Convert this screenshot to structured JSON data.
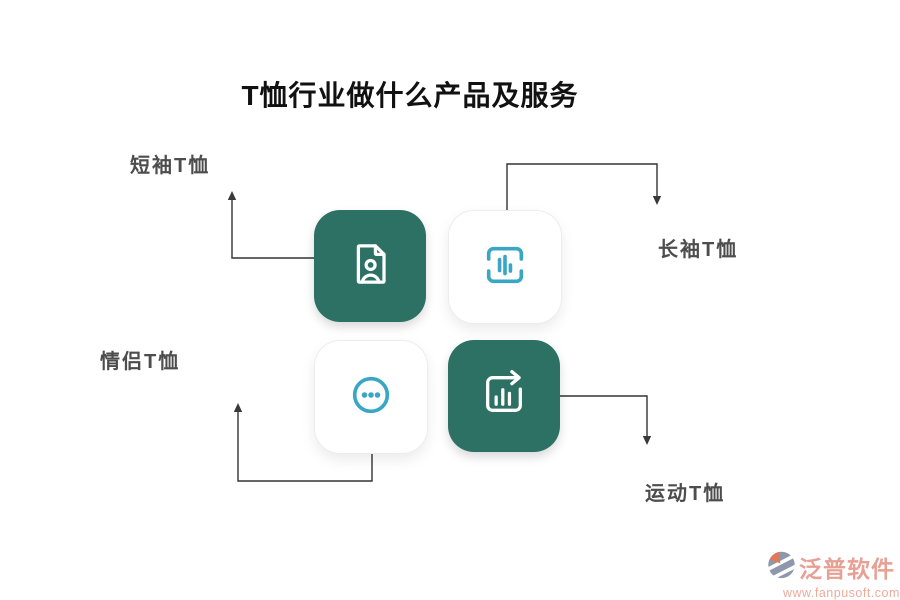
{
  "title": "T恤行业做什么产品及服务",
  "diagram": {
    "nodes": [
      {
        "label": "短袖T恤",
        "icon": "document-user-icon",
        "tile_style": "teal"
      },
      {
        "label": "长袖T恤",
        "icon": "scan-bars-icon",
        "tile_style": "white"
      },
      {
        "label": "情侣T恤",
        "icon": "ellipsis-circle-icon",
        "tile_style": "white"
      },
      {
        "label": "运动T恤",
        "icon": "chart-repeat-icon",
        "tile_style": "teal"
      }
    ]
  },
  "colors": {
    "teal": "#2d7164",
    "cyan": "#3aa6c5",
    "connector_line": "#333333",
    "label_text": "#4d4d4d",
    "title_text": "#111111",
    "watermark_brand": "#e8a095",
    "watermark_url": "#eeab9e",
    "logo_slate": "#8e98ac",
    "logo_orange": "#df7a58"
  },
  "watermark": {
    "brand": "泛普软件",
    "url": "www.fanpusoft.com"
  }
}
